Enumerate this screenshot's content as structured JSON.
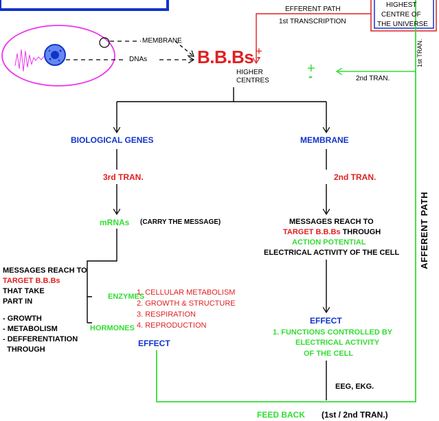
{
  "colors": {
    "blue": "#1133cc",
    "red": "#e02020",
    "green": "#33dd33",
    "magenta": "#ee33ee",
    "black": "#000000"
  },
  "top_right": {
    "line1": "HIGHEST",
    "line2": "CENTRE OF",
    "line3": "THE UNIVERSE"
  },
  "efferent": {
    "label1": "EFFERENT PATH",
    "label2": "1st TRANSCRIPTION"
  },
  "cell": {
    "membrane": "MEMBRANE",
    "dnas": "DNAs"
  },
  "bbbs": {
    "title": "B.B.Bs",
    "pm1": "+",
    "pm1b": "-",
    "higher1": "HIGHER",
    "higher2": "CENTRES"
  },
  "pm2": {
    "plus": "+",
    "minus": "-"
  },
  "second_tran_right": "2nd TRAN.",
  "first_tran_vertical": "1st TRAN.",
  "afferent": "AFFERENT PATH",
  "left_branch": {
    "title": "BIOLOGICAL GENES",
    "tran": "3rd TRAN.",
    "mrnas": "mRNAs",
    "carry": "(CARRY THE MESSAGE)",
    "messages": [
      "MESSAGES REACH TO",
      "TARGET B.B.Bs",
      "THAT TAKE",
      "PART IN",
      "- GROWTH",
      "- METABOLISM",
      "- DEFFERENTIATION",
      "  THROUGH"
    ],
    "enzymes": "ENZYMES",
    "hormones": "HORMONES",
    "list": [
      "1. CELLULAR METABOLISM",
      "2. GROWTH & STRUCTURE",
      "3. RESPIRATION",
      "4. REPRODUCTION"
    ],
    "effect": "EFFECT"
  },
  "right_branch": {
    "title": "MEMBRANE",
    "tran": "2nd TRAN.",
    "m1": "MESSAGES REACH TO",
    "m2a": "TARGET B.B.Bs",
    "m2b": " THROUGH",
    "m3": "ACTION POTENTIAL",
    "m4": "ELECTRICAL ACTIVITY OF THE CELL",
    "effect": "EFFECT",
    "f1": "1. FUNCTIONS CONTROLLED BY",
    "f2": "ELECTRICAL ACTIVITY",
    "f3": "OF THE CELL",
    "eeg": "EEG, EKG."
  },
  "feedback": {
    "label": "FEED BACK",
    "sub": "(1st / 2nd TRAN.)"
  }
}
